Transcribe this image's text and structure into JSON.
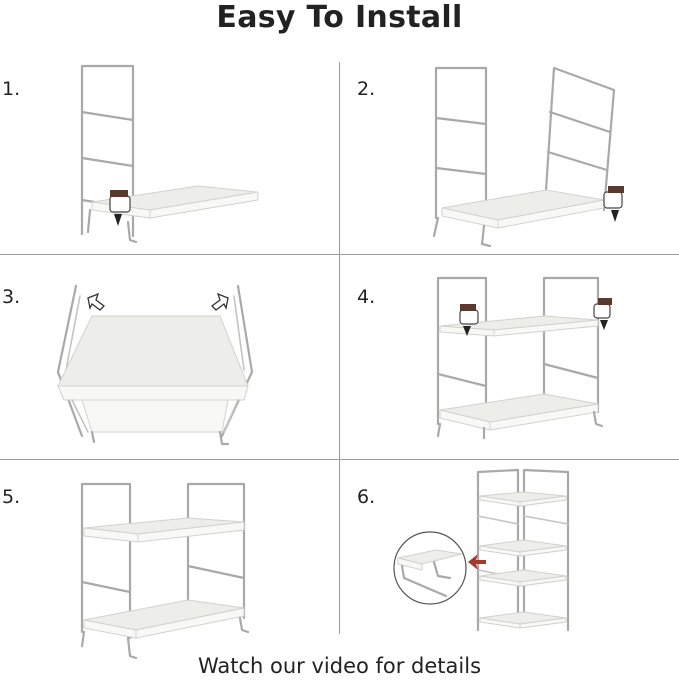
{
  "title": "Easy To Install",
  "steps": [
    {
      "label": "1."
    },
    {
      "label": "2."
    },
    {
      "label": "3."
    },
    {
      "label": "4."
    },
    {
      "label": "5."
    },
    {
      "label": "6."
    }
  ],
  "footer": "Watch our video for details"
}
